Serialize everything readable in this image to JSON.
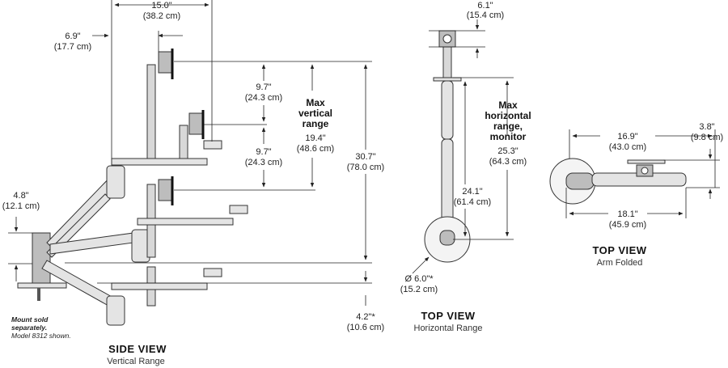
{
  "side_view": {
    "title": "SIDE VIEW",
    "subtitle": "Vertical Range",
    "dim_width_in": "15.0\"",
    "dim_width_cm": "(38.2 cm)",
    "dim_offset_in": "6.9\"",
    "dim_offset_cm": "(17.7 cm)",
    "dim_base_in": "4.8\"",
    "dim_base_cm": "(12.1 cm)",
    "dim_step1_in": "9.7\"",
    "dim_step1_cm": "(24.3 cm)",
    "dim_step2_in": "9.7\"",
    "dim_step2_cm": "(24.3 cm)",
    "max_label_1": "Max",
    "max_label_2": "vertical",
    "max_label_3": "range",
    "dim_range_in": "19.4\"",
    "dim_range_cm": "(48.6 cm)",
    "dim_total_in": "30.7\"",
    "dim_total_cm": "(78.0 cm)",
    "dim_bottom_in": "4.2\"*",
    "dim_bottom_cm": "(10.6 cm)",
    "note_line1": "Mount sold",
    "note_line2": "separately.",
    "note_line3": "Model 8312 shown."
  },
  "top_view_horizontal": {
    "title": "TOP VIEW",
    "subtitle": "Horizontal Range",
    "dim_top_in": "6.1\"",
    "dim_top_cm": "(15.4 cm)",
    "max_label_1": "Max",
    "max_label_2": "horizontal",
    "max_label_3": "range,",
    "max_label_4": "monitor",
    "dim_range_in": "25.3\"",
    "dim_range_cm": "(64.3 cm)",
    "dim_arm_in": "24.1\"",
    "dim_arm_cm": "(61.4 cm)",
    "dim_base_in": "Ø 6.0\"*",
    "dim_base_cm": "(15.2 cm)"
  },
  "top_view_folded": {
    "title": "TOP VIEW",
    "subtitle": "Arm Folded",
    "dim_top_in": "16.9\"",
    "dim_top_cm": "(43.0 cm)",
    "dim_side_in": "3.8\"",
    "dim_side_cm": "(9.8 cm)",
    "dim_bottom_in": "18.1\"",
    "dim_bottom_cm": "(45.9 cm)"
  }
}
